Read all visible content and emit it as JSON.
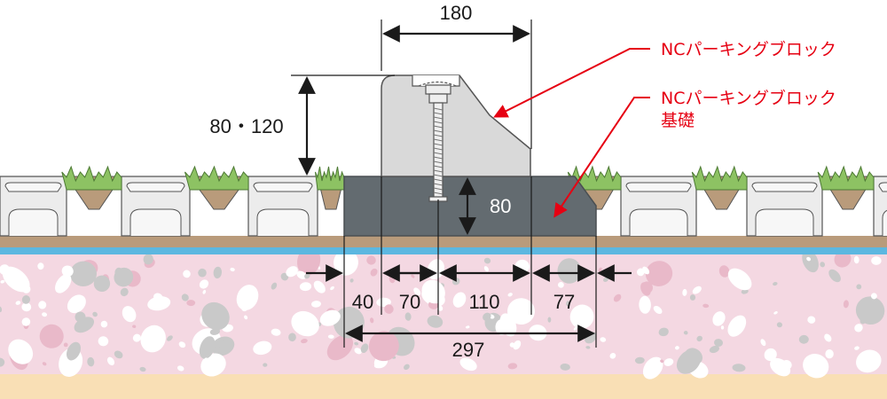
{
  "labels": {
    "block_name": "NCパーキングブロック",
    "foundation_line1": "NCパーキングブロック",
    "foundation_line2": "基礎"
  },
  "dimensions": {
    "top_width": "180",
    "height": "80・120",
    "foundation_depth": "80",
    "seg1": "40",
    "seg2": "70",
    "seg3": "110",
    "seg4": "77",
    "total": "297"
  },
  "colors": {
    "callout": "#e60012",
    "foundation": "#636b70",
    "block": "#d9d9d9",
    "ground": "#f4d8e2",
    "base_sand": "#f9dfb5",
    "water_line": "#5cb7e0",
    "soil": "#b99b7b",
    "grass": "#8dc263"
  }
}
